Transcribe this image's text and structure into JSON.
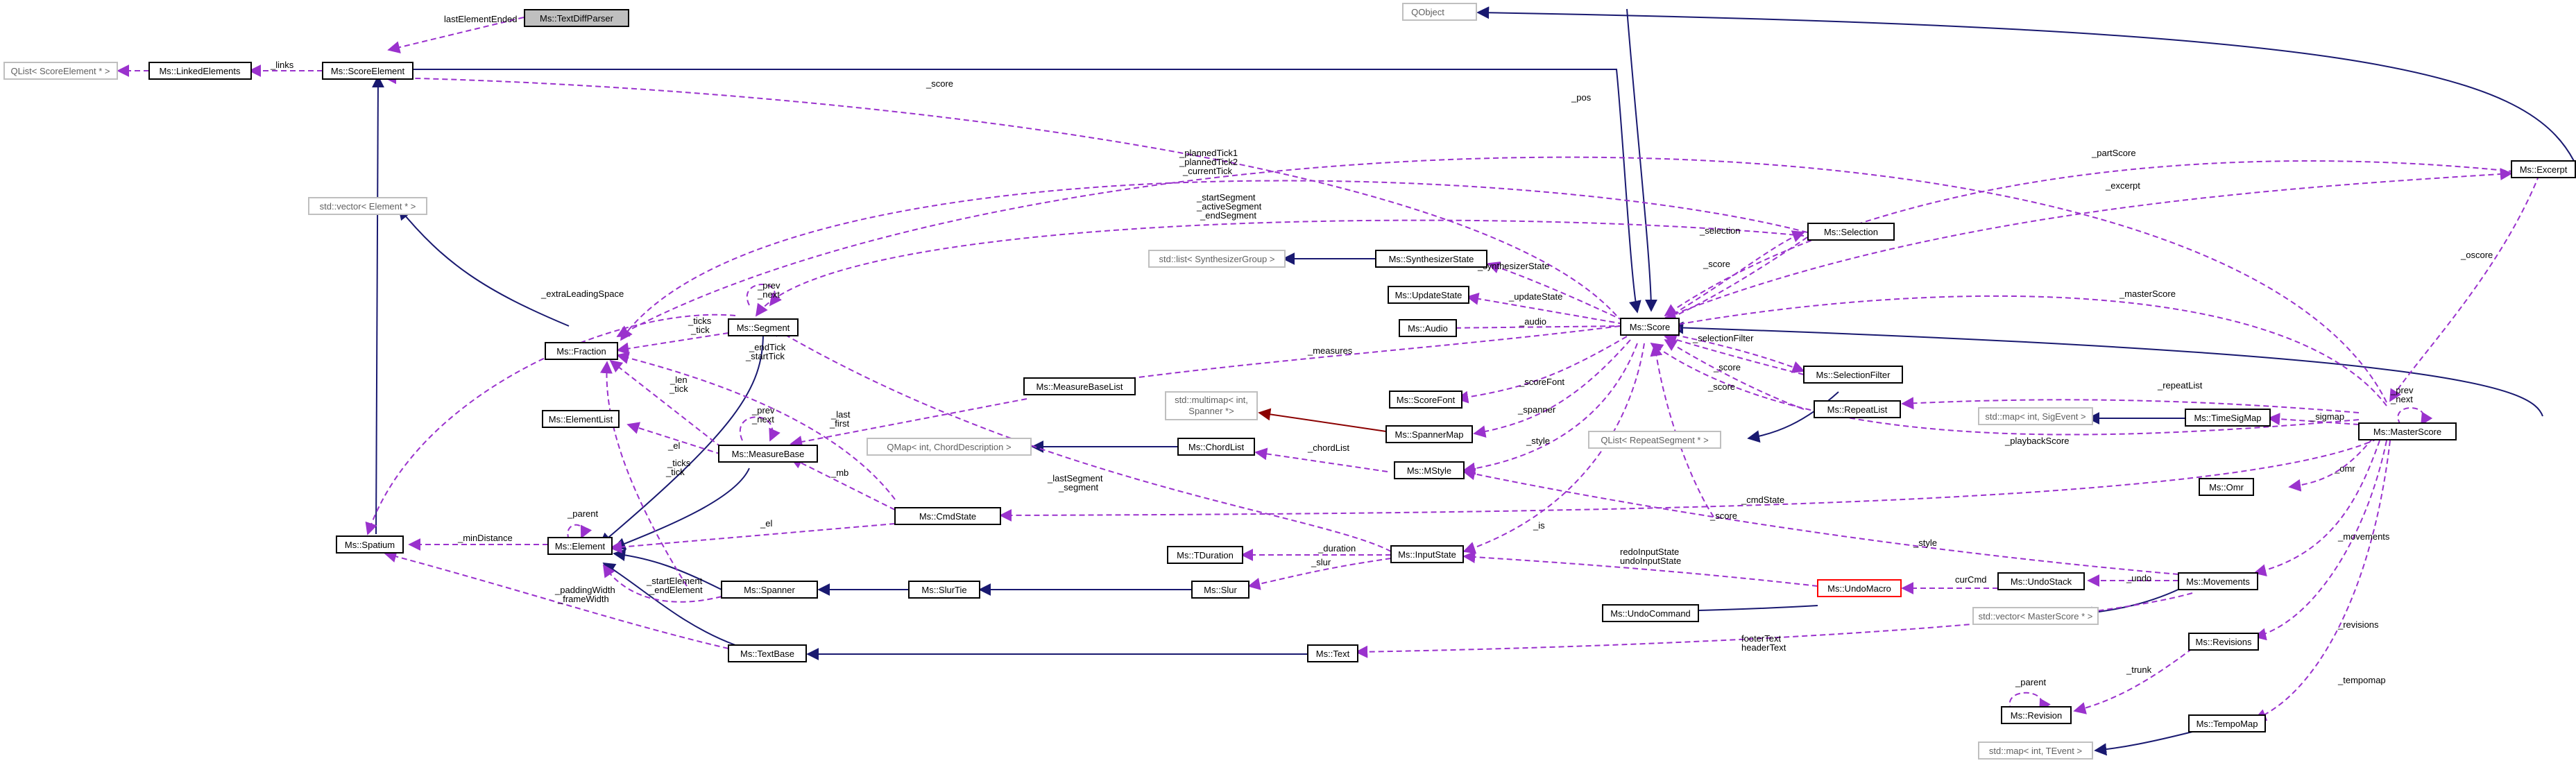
{
  "diagram": {
    "nodes": {
      "text_diff_parser": "Ms::TextDiffParser",
      "score_element": "Ms::ScoreElement",
      "linked_elements": "Ms::LinkedElements",
      "qlist_score_element": "QList< ScoreElement * >",
      "vector_element": "std::vector< Element * >",
      "fraction": "Ms::Fraction",
      "element_list": "Ms::ElementList",
      "spatium": "Ms::Spatium",
      "element": "Ms::Element",
      "segment": "Ms::Segment",
      "measure_base": "Ms::MeasureBase",
      "spanner": "Ms::Spanner",
      "text_base": "Ms::TextBase",
      "measure_base_list": "Ms::MeasureBaseList",
      "qmap_chord_description": "QMap< int, ChordDescription >",
      "cmd_state": "Ms::CmdState",
      "slur_tie": "Ms::SlurTie",
      "tduration": "Ms::TDuration",
      "slur": "Ms::Slur",
      "undo_command": "Ms::UndoCommand",
      "text": "Ms::Text",
      "list_synth_group": "std::list< SynthesizerGroup >",
      "synthesizer_state": "Ms::SynthesizerState",
      "update_state": "Ms::UpdateState",
      "audio": "Ms::Audio",
      "multimap_spanner_l1": "std::multimap< int,",
      "multimap_spanner_l2": "Spanner *>",
      "score_font": "Ms::ScoreFont",
      "spanner_map": "Ms::SpannerMap",
      "chord_list": "Ms::ChordList",
      "mstyle": "Ms::MStyle",
      "input_state": "Ms::InputState",
      "qobject": "QObject",
      "score": "Ms::Score",
      "selection": "Ms::Selection",
      "selection_filter": "Ms::SelectionFilter",
      "repeat_list": "Ms::RepeatList",
      "qlist_repeat_segment": "QList< RepeatSegment * >",
      "undo_macro": "Ms::UndoMacro",
      "undo_stack": "Ms::UndoStack",
      "excerpt": "Ms::Excerpt",
      "map_sig_event": "std::map< int, SigEvent >",
      "time_sig_map": "Ms::TimeSigMap",
      "master_score": "Ms::MasterScore",
      "omr": "Ms::Omr",
      "movements": "Ms::Movements",
      "vector_master_score": "std::vector< MasterScore * >",
      "revisions": "Ms::Revisions",
      "revision": "Ms::Revision",
      "tempo_map": "Ms::TempoMap",
      "map_tevent": "std::map< int, TEvent >"
    },
    "edge_labels": {
      "last_element_ended": "lastElementEnded",
      "links": "_links",
      "score": "_score",
      "pos": "_pos",
      "planned_tick_1": "_plannedTick1",
      "planned_tick_2": "_plannedTick2",
      "current_tick": "_currentTick",
      "start_segment": "_startSegment",
      "active_segment": "_activeSegment",
      "end_segment": "_endSegment",
      "prev_segment": "_prev",
      "next_segment": "_next",
      "extra_leading_space": "_extraLeadingSpace",
      "ticks_seg": "_ticks",
      "tick_seg": "_tick",
      "end_tick": "_endTick",
      "start_tick": "_startTick",
      "len": "_len",
      "tick_mb": "_tick",
      "prev_mb": "_prev",
      "next_mb": "_next",
      "last": "_last",
      "first": "_first",
      "el_mb": "_el",
      "ticks_sp": "_ticks",
      "tick_sp": "_tick",
      "mb": "_mb",
      "parent_el": "_parent",
      "min_distance": "_minDistance",
      "el_cmd": "_el",
      "start_element": "_startElement",
      "end_element": "_endElement",
      "padding_width": "_paddingWidth",
      "frame_width": "_frameWidth",
      "last_segment": "_lastSegment",
      "segment_is": "_segment",
      "measures": "_measures",
      "duration": "_duration",
      "slur_is": "_slur",
      "synthesizer_state": "_synthesizerState",
      "update_state": "_updateState",
      "audio": "_audio",
      "score_font": "_scoreFont",
      "spanner": "_spanner",
      "chord_list": "_chordList",
      "style_score": "_style",
      "is": "_is",
      "selection": "_selection",
      "score_sel": "_score",
      "selection_filter": "_selectionFilter",
      "score_sf": "_score",
      "score_rl": "_score",
      "cmd_state": "_cmdState",
      "score_cs": "_score",
      "redo_input_state": "redoInputState",
      "undo_input_state": "undoInputState",
      "cur_cmd": "curCmd",
      "undo": "_undo",
      "style_mov": "_style",
      "footer_text": "footerText",
      "header_text": "headerText",
      "part_score": "_partScore",
      "excerpt": "_excerpt",
      "master_score": "_masterScore",
      "oscore": "_oscore",
      "repeat_list": "_repeatList",
      "playback_score": "_playbackScore",
      "sigmap": "_sigmap",
      "omr": "_omr",
      "movements": "_movements",
      "revisions": "_revisions",
      "tempomap": "_tempomap",
      "prev_ms": "_prev",
      "next_ms": "_next",
      "parent_rev": "_parent",
      "trunk": "_trunk"
    }
  }
}
